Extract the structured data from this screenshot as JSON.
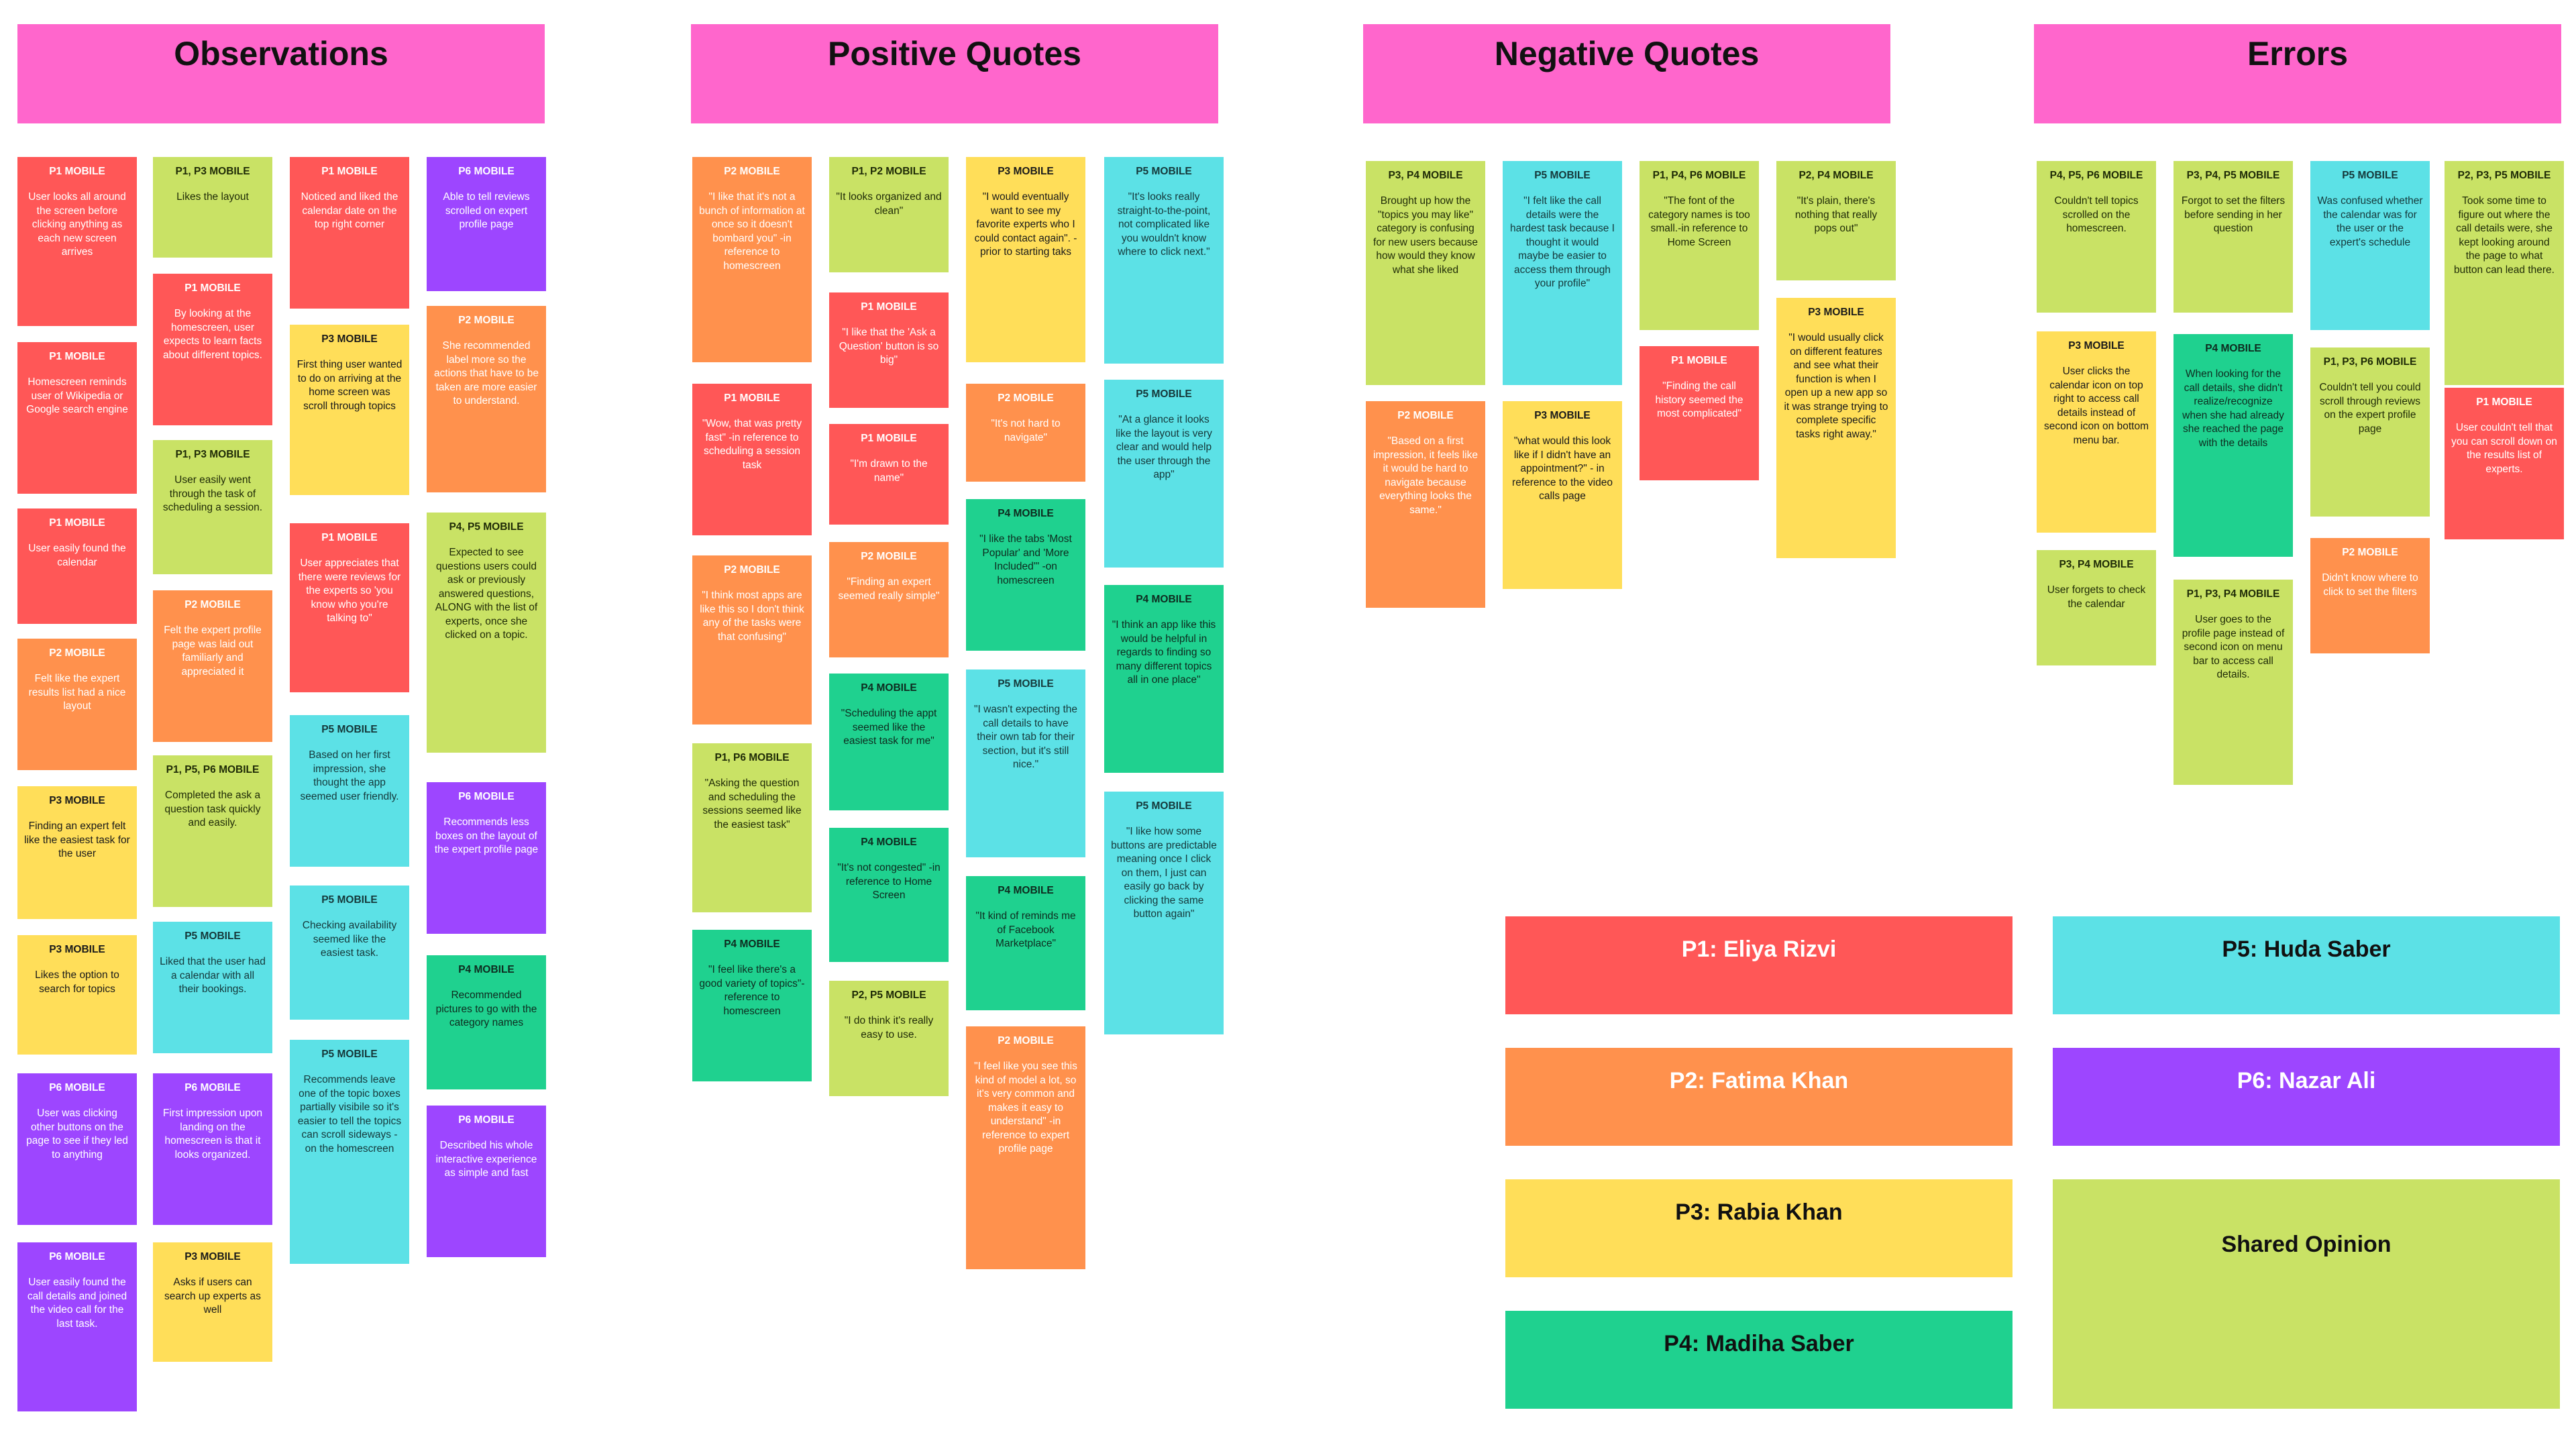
{
  "headers": {
    "observations": "Observations",
    "positive": "Positive Quotes",
    "negative": "Negative Quotes",
    "errors": "Errors"
  },
  "colors": {
    "header": "#ff66cc",
    "P1": "#ff5757",
    "P2": "#ff914d",
    "P3": "#ffde59",
    "P4": "#1fd18f",
    "P5": "#5ce1e6",
    "P6": "#9d46ff",
    "shared": "#c9e265"
  },
  "notes": {
    "obs": [
      {
        "p": "P1 MOBILE",
        "t": "User looks all around the screen before clicking anything as each new screen arrives"
      },
      {
        "p": "P1 MOBILE",
        "t": "Homescreen reminds user of Wikipedia or Google search engine"
      },
      {
        "p": "P1 MOBILE",
        "t": "User easily found the calendar"
      },
      {
        "p": "P2 MOBILE",
        "t": "Felt like the  expert results  list had a nice layout"
      },
      {
        "p": "P3 MOBILE",
        "t": "Finding an expert felt like the easiest task for the user"
      },
      {
        "p": "P3 MOBILE",
        "t": "Likes the option to search for topics"
      },
      {
        "p": "P6 MOBILE",
        "t": "User was clicking other buttons on the page to see if they led to anything"
      },
      {
        "p": "P6 MOBILE",
        "t": "User easily found the call details and joined the video call for the last task."
      },
      {
        "p": "P1, P3 MOBILE",
        "t": "Likes the layout"
      },
      {
        "p": "P1 MOBILE",
        "t": "By looking at the homescreen, user expects to learn facts about different topics."
      },
      {
        "p": "P1, P3 MOBILE",
        "t": "User easily went through the task of scheduling a session."
      },
      {
        "p": "P2 MOBILE",
        "t": "Felt the expert profile page was laid out familiarly and appreciated it"
      },
      {
        "p": "P1, P5, P6 MOBILE",
        "t": "Completed the ask a question task quickly and easily."
      },
      {
        "p": "P5 MOBILE",
        "t": "Liked that the user had a calendar with all their bookings."
      },
      {
        "p": "P6 MOBILE",
        "t": "First impression upon landing on the homescreen is that it looks organized."
      },
      {
        "p": "P3 MOBILE",
        "t": "Asks if users can search up experts as well"
      },
      {
        "p": "P1 MOBILE",
        "t": "Noticed and liked the calendar date on the top right corner"
      },
      {
        "p": "P3 MOBILE",
        "t": "First thing user wanted to do on arriving at the home screen was scroll through topics"
      },
      {
        "p": "P1 MOBILE",
        "t": "User appreciates that there were reviews for the experts so 'you know who you're talking to\""
      },
      {
        "p": "P5 MOBILE",
        "t": "Based on her first impression, she thought the app seemed user friendly."
      },
      {
        "p": "P5 MOBILE",
        "t": "Checking availability seemed like the easiest task."
      },
      {
        "p": "P5 MOBILE",
        "t": "Recommends leave one of the topic boxes partially visibile so it's easier to tell the topics can scroll sideways -on the homescreen"
      },
      {
        "p": "P6 MOBILE",
        "t": "Able to tell reviews scrolled on expert profile page"
      },
      {
        "p": "P2 MOBILE",
        "t": "She recommended label more so the actions that have to be taken are more easier to understand."
      },
      {
        "p": "P4, P5 MOBILE",
        "t": "Expected to see questions users could ask or previously answered questions, ALONG with  the list of experts, once she clicked on a topic."
      },
      {
        "p": "P6 MOBILE",
        "t": "Recommends less boxes on the layout of the expert profile page"
      },
      {
        "p": "P4 MOBILE",
        "t": "Recommended pictures to go with the category names"
      },
      {
        "p": "P6 MOBILE",
        "t": "Described his whole interactive experience as simple and fast"
      }
    ],
    "pos": [
      {
        "p": "P2 MOBILE",
        "t": "\"I like that it's not a bunch of information at once so it doesn't bombard you\" -in reference to homescreen"
      },
      {
        "p": "P1 MOBILE",
        "t": "\"Wow, that was pretty fast\" -in reference to scheduling a session task"
      },
      {
        "p": "P2 MOBILE",
        "t": "\"I think most apps are like this so I don't think any of the tasks were that confusing\""
      },
      {
        "p": "P1, P6 MOBILE",
        "t": "\"Asking the question and scheduling the sessions seemed like the easiest task\""
      },
      {
        "p": "P4 MOBILE",
        "t": "\"I feel like there's a good variety of topics\"-reference to homescreen"
      },
      {
        "p": "P1, P2 MOBILE",
        "t": "\"It looks organized and clean\""
      },
      {
        "p": "P1 MOBILE",
        "t": "\"I like that the 'Ask a Question' button is so big\""
      },
      {
        "p": "P1 MOBILE",
        "t": "\"I'm drawn to the name\""
      },
      {
        "p": "P2 MOBILE",
        "t": "\"Finding an expert seemed really simple\""
      },
      {
        "p": "P4 MOBILE",
        "t": "\"Scheduling the appt seemed like the easiest task for me\""
      },
      {
        "p": "P4 MOBILE",
        "t": "\"It's not congested\" -in reference to Home Screen"
      },
      {
        "p": "P2, P5 MOBILE",
        "t": "\"I do think it's really easy to use."
      },
      {
        "p": "P3 MOBILE",
        "t": "\"I would eventually want to see my favorite experts who I could contact again\". - prior to starting taks"
      },
      {
        "p": "P2 MOBILE",
        "t": "\"It's not hard to navigate\""
      },
      {
        "p": "P4 MOBILE",
        "t": "\"I like the tabs 'Most Popular' and 'More Included'\" -on homescreen"
      },
      {
        "p": "P5 MOBILE",
        "t": "\"I wasn't expecting the call details to have their own tab for their section, but it's still nice.\""
      },
      {
        "p": "P4 MOBILE",
        "t": "\"It kind of reminds me of Facebook Marketplace\""
      },
      {
        "p": "P2 MOBILE",
        "t": "\"I feel like you see this kind of model a lot, so it's very common and makes it easy to understand\" -in reference to expert profile page"
      },
      {
        "p": "P5 MOBILE",
        "t": "\"It's looks really straight-to-the-point, not complicated  like you wouldn't know where to click next.\""
      },
      {
        "p": "P5 MOBILE",
        "t": "\"At a glance it looks like the layout is  very  clear and would help the user through the app\""
      },
      {
        "p": "P4 MOBILE",
        "t": "\"I think an app like this would be helpful in regards to finding so many different topics all in one place\""
      },
      {
        "p": "P5 MOBILE",
        "t": "\"I like how some buttons are predictable meaning once I click on them, I just can easily go back by clicking the same button again\""
      }
    ],
    "neg": [
      {
        "p": "P3, P4 MOBILE",
        "t": "Brought up how the \"topics you may like\" category is confusing for new users because how would they know what she liked"
      },
      {
        "p": "P2 MOBILE",
        "t": "\"Based on a first impression, it feels like it would be hard to navigate because everything looks the same.\""
      },
      {
        "p": "P5 MOBILE",
        "t": "\"I felt like the call details were the hardest task because I thought it would maybe be easier to access them through your profile\""
      },
      {
        "p": "P3 MOBILE",
        "t": "\"what would this look like if I didn't have an appointment?\" - in reference to the video calls page"
      },
      {
        "p": "P1, P4, P6 MOBILE",
        "t": "\"The font of the category names  is too small.-in reference to Home Screen"
      },
      {
        "p": "P1 MOBILE",
        "t": "\"Finding the call history seemed the most complicated\""
      },
      {
        "p": "P2, P4 MOBILE",
        "t": "\"It's plain, there's nothing that really pops out\""
      },
      {
        "p": "P3 MOBILE",
        "t": "\"I would usually click on different features and see what their function is when I open up a new app so it was strange trying to complete specific tasks right away.\""
      }
    ],
    "err": [
      {
        "p": "P4, P5, P6 MOBILE",
        "t": "Couldn't tell topics scrolled on the homescreen."
      },
      {
        "p": "P3 MOBILE",
        "t": "User clicks the calendar icon on top right to access call details instead of second icon on bottom menu bar."
      },
      {
        "p": "P3, P4 MOBILE",
        "t": "User forgets to check the calendar"
      },
      {
        "p": "P3, P4, P5 MOBILE",
        "t": "Forgot to set the filters before sending in her question"
      },
      {
        "p": "P4 MOBILE",
        "t": "When looking for the call details, she didn't realize/recognize when she had already she reached the page with the details"
      },
      {
        "p": "P1, P3, P4 MOBILE",
        "t": "User goes to the profile page instead of second icon on menu bar to access call details."
      },
      {
        "p": "P5 MOBILE",
        "t": "Was confused whether the calendar was for the user or the expert's schedule"
      },
      {
        "p": "P1, P3, P6 MOBILE",
        "t": "Couldn't tell you could scroll through reviews on the expert profile page"
      },
      {
        "p": "P2 MOBILE",
        "t": "Didn't know where to click to set the filters"
      },
      {
        "p": "P2, P3, P5 MOBILE",
        "t": "Took some time to figure out where the call details were, she kept looking around the page to what button can lead there."
      },
      {
        "p": "P1 MOBILE",
        "t": "User couldn't tell that you can scroll down on the results list of experts."
      }
    ]
  },
  "legend": {
    "p1": "P1: Eliya Rizvi",
    "p2": "P2: Fatima Khan",
    "p3": "P3: Rabia Khan",
    "p4": "P4: Madiha Saber",
    "p5": "P5: Huda Saber",
    "p6": "P6: Nazar Ali",
    "shared": "Shared Opinion"
  }
}
